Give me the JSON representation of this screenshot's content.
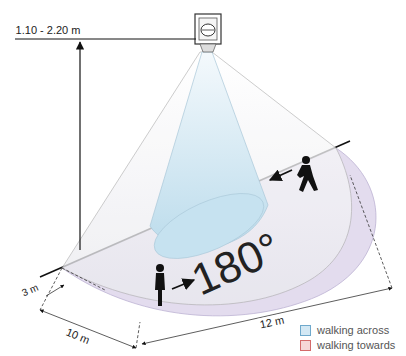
{
  "diagram": {
    "labels": [
      "1.10 - 2.20 m",
      "180°",
      "3 m",
      "10 m",
      "12 m"
    ],
    "legend": [
      {
        "text": "walking across",
        "color": "#d3e8f4"
      },
      {
        "text": "walking towards",
        "color": "#f6d6d6"
      }
    ]
  }
}
